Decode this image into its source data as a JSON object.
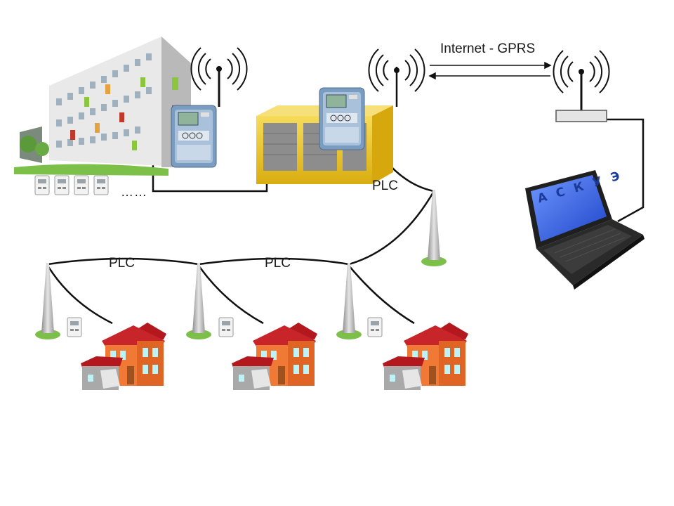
{
  "labels": {
    "network": "Internet - GPRS",
    "plc_substation": "PLC",
    "plc_left": "PLC",
    "plc_middle": "PLC",
    "more_meters": "……",
    "system": "А С К У Э"
  },
  "colors": {
    "wire": "#111111",
    "house_wall": "#f07a35",
    "house_roof": "#c8252a",
    "garage_wall": "#a9a9a9",
    "substation": "#f2c81e",
    "meter_body": "#7a9cc0",
    "pole": "#b7b7b7",
    "grass": "#7cc04a",
    "laptop": "#202020",
    "screen": "#2d5ee0"
  },
  "icons": [
    "apartment-building-icon",
    "electricity-meter-icon",
    "transformer-substation-icon",
    "antenna-icon",
    "router-icon",
    "laptop-icon",
    "power-pole-icon",
    "house-icon"
  ]
}
